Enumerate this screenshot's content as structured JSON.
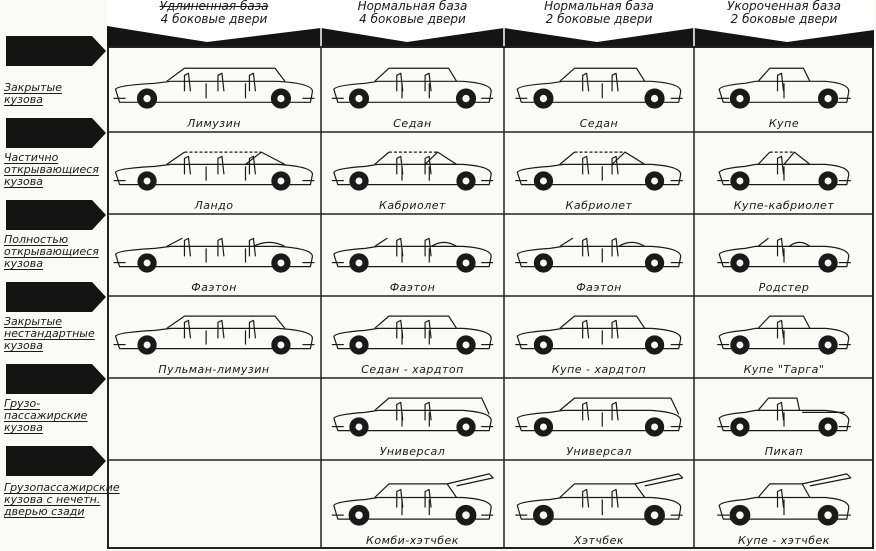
{
  "columns": [
    {
      "line1": "Удлиненная база",
      "line2": "4 боковые двери"
    },
    {
      "line1": "Нормальная база",
      "line2": "4 боковые двери"
    },
    {
      "line1": "Нормальная база",
      "line2": "2 боковые двери"
    },
    {
      "line1": "Укороченная база",
      "line2": "2 боковые двери"
    }
  ],
  "rows": [
    {
      "label_lines": [
        "Закрытые",
        "кузова"
      ],
      "cells": [
        "Лимузин",
        "Седан",
        "Седан",
        "Купе"
      ]
    },
    {
      "label_lines": [
        "Частично",
        "открывающиеся",
        "кузова"
      ],
      "cells": [
        "Ландо",
        "Кабриолет",
        "Кабриолет",
        "Купе-кабриолет"
      ]
    },
    {
      "label_lines": [
        "Полностью",
        "открывающиеся",
        "кузова"
      ],
      "cells": [
        "Фаэтон",
        "Фаэтон",
        "Фаэтон",
        "Родстер"
      ]
    },
    {
      "label_lines": [
        "Закрытые",
        "нестандартные",
        "кузова"
      ],
      "cells": [
        "Пульман-лимузин",
        "Седан - хардтоп",
        "Купе - хардтоп",
        "Купе \"Тарга\""
      ]
    },
    {
      "label_lines": [
        "Грузо-",
        "пассажирские",
        "кузова"
      ],
      "cells": [
        "",
        "Универсал",
        "Универсал",
        "Пикап"
      ]
    },
    {
      "label_lines": [
        "Грузопассажирские",
        "кузова с нечетн.",
        "дверью сзади"
      ],
      "cells": [
        "",
        "Комби-хэтчбек",
        "Хэтчбек",
        "Купе - хэтчбек"
      ]
    }
  ],
  "colors": {
    "ink": "#1a1a1a",
    "tab": "#141414",
    "paper": "#fafaf7"
  }
}
